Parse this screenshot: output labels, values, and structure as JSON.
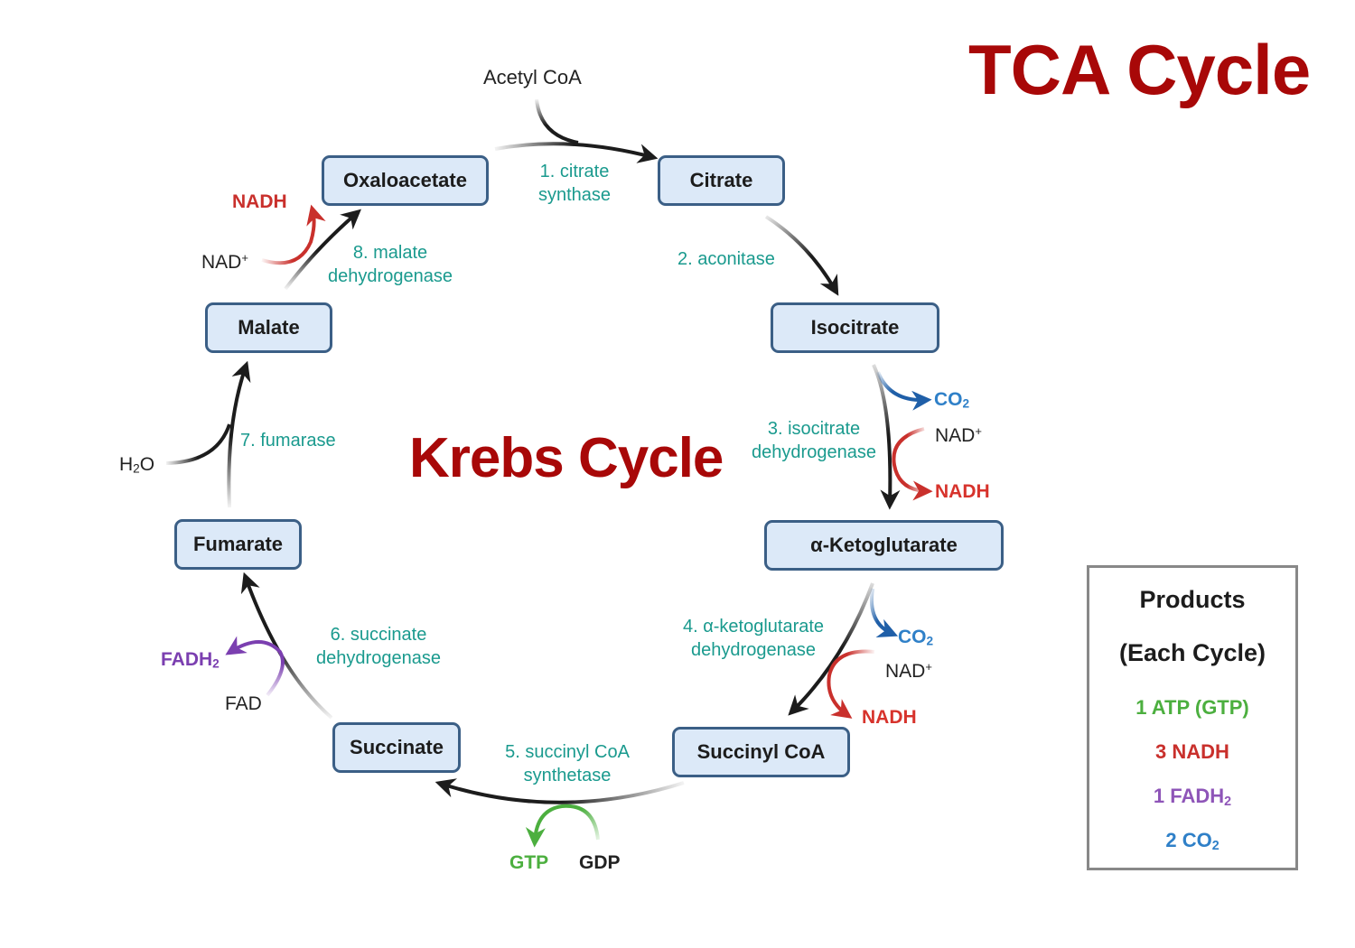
{
  "title": "TCA Cycle",
  "center_title": "Krebs Cycle",
  "colors": {
    "title_red": "#a80808",
    "enzyme_teal": "#1a9a8e",
    "node_fill": "#dce9f8",
    "node_border": "#3b5f86",
    "nadh_red": "#c9302c",
    "co2_blue": "#1f5fa8",
    "gtp_green": "#4caf3f",
    "fadh2_purple": "#7b3fb0"
  },
  "inputs": {
    "acetyl_coa": "Acetyl CoA",
    "water": "H₂O"
  },
  "nodes": [
    {
      "id": "oxaloacetate",
      "label": "Oxaloacetate"
    },
    {
      "id": "citrate",
      "label": "Citrate"
    },
    {
      "id": "isocitrate",
      "label": "Isocitrate"
    },
    {
      "id": "ketoglutarate",
      "label": "α-Ketoglutarate"
    },
    {
      "id": "succinyl_coa",
      "label": "Succinyl CoA"
    },
    {
      "id": "succinate",
      "label": "Succinate"
    },
    {
      "id": "fumarate",
      "label": "Fumarate"
    },
    {
      "id": "malate",
      "label": "Malate"
    }
  ],
  "enzymes": [
    {
      "line1": "1. citrate",
      "line2": "synthase"
    },
    {
      "line1": "2. aconitase",
      "line2": ""
    },
    {
      "line1": "3. isocitrate",
      "line2": "dehydrogenase"
    },
    {
      "line1": "4. α-ketoglutarate",
      "line2": "dehydrogenase"
    },
    {
      "line1": "5. succinyl CoA",
      "line2": "synthetase"
    },
    {
      "line1": "6. succinate",
      "line2": "dehydrogenase"
    },
    {
      "line1": "7. fumarase",
      "line2": ""
    },
    {
      "line1": "8. malate",
      "line2": "dehydrogenase"
    }
  ],
  "cofactors": {
    "step3": {
      "co2": "CO",
      "co2_sub": "2",
      "nad": "NAD",
      "nad_sup": "+",
      "nadh": "NADH"
    },
    "step4": {
      "co2": "CO",
      "co2_sub": "2",
      "nad": "NAD",
      "nad_sup": "+",
      "nadh": "NADH"
    },
    "step5": {
      "gtp": "GTP",
      "gdp": "GDP"
    },
    "step6": {
      "fadh2": "FADH",
      "fadh2_sub": "2",
      "fad": "FAD"
    },
    "step7": {
      "water": "H",
      "water_sub": "2",
      "water_tail": "O"
    },
    "step8": {
      "nad": "NAD",
      "nad_sup": "+",
      "nadh": "NADH"
    }
  },
  "products": {
    "heading1": "Products",
    "heading2": "(Each Cycle)",
    "items": [
      {
        "text": "1 ATP (GTP)",
        "sub": "",
        "color": "#4caf3f"
      },
      {
        "text": "3 NADH",
        "sub": "",
        "color": "#c9302c"
      },
      {
        "text": "1 FADH",
        "sub": "2",
        "color": "#8e55b8"
      },
      {
        "text": "2 CO",
        "sub": "2",
        "color": "#2f80c8"
      }
    ]
  }
}
